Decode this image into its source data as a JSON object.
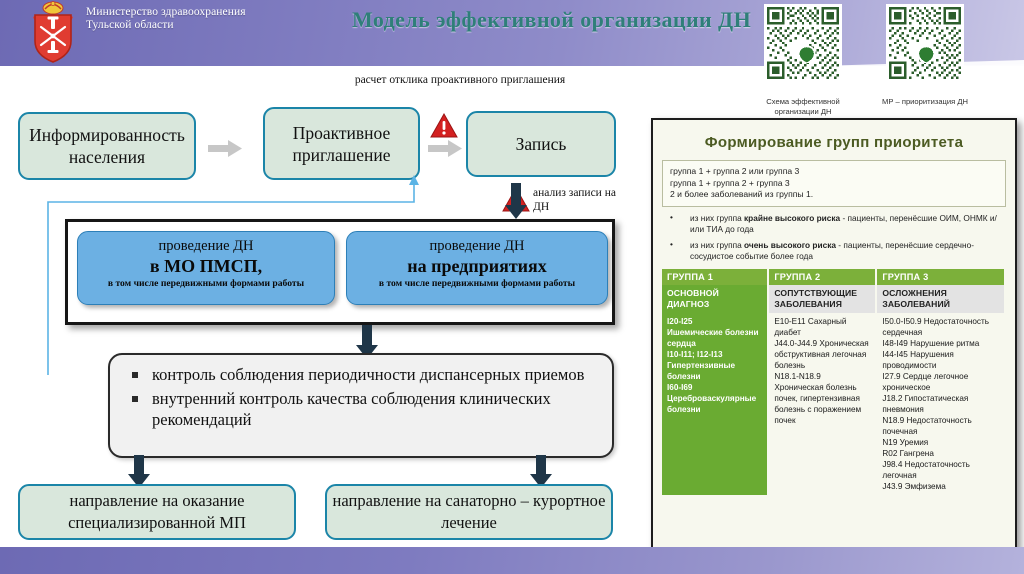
{
  "header": {
    "ministry_line1": "Министерство здравоохранения",
    "ministry_line2": "Тульской области",
    "deck_title": "Модель эффективной организации ДН",
    "emblem_name": "tula-coat-of-arms"
  },
  "qr_codes": [
    {
      "name": "qr-scheme",
      "caption": "Схема эффективной организации ДН"
    },
    {
      "name": "qr-prioritization",
      "caption": "МР – приоритизация ДН"
    }
  ],
  "flow": {
    "informed": "Информированность населения",
    "proactive": "Проактивное приглашение",
    "record": "Запись",
    "label_response": "расчет отклика проактивного приглашения",
    "label_analysis": "анализ записи на ДН",
    "dn_mo": {
      "line1": "проведение ДН",
      "line2": "в МО ПМСП,",
      "line3": "в том числе передвижными формами работы"
    },
    "dn_ent": {
      "line1": "проведение ДН",
      "line2": "на предприятиях",
      "line3": "в том числе передвижными формами работы"
    },
    "controls": [
      "контроль соблюдения периодичности диспансерных приемов",
      "внутренний контроль качества соблюдения клинических рекомендаций"
    ],
    "out_spec": "направление на оказание специализированной МП",
    "out_sanat": "направление на санаторно – курортное лечение"
  },
  "card": {
    "title": "Формирование групп приоритета",
    "combinations": [
      "группа 1 + группа 2 или группа 3",
      "группа 1 + группа 2 + группа 3",
      "2 и более заболеваний из группы 1."
    ],
    "risk_notes": [
      {
        "pre": "из них группа ",
        "bold": "крайне высокого риска",
        "post": " - пациенты, перенёсшие ОИМ, ОНМК и/или ТИА до года"
      },
      {
        "pre": "из них группа ",
        "bold": "очень высокого риска",
        "post": " - пациенты, перенёсшие сердечно-сосудистое событие более года"
      }
    ],
    "table": {
      "headers": [
        "ГРУППА 1",
        "ГРУППА 2",
        "ГРУППА 3"
      ],
      "subheaders": [
        "ОСНОВНОЙ ДИАГНОЗ",
        "СОПУТСТВУЮЩИЕ ЗАБОЛЕВАНИЯ",
        "ОСЛОЖНЕНИЯ ЗАБОЛЕВАНИЙ"
      ],
      "columns": [
        [
          "I20-I25",
          "Ишемические болезни сердца",
          "I10-I11; I12-I13",
          "Гипертензивные болезни",
          "I60-I69",
          "Цереброваскулярные болезни"
        ],
        [
          "E10-E11 Сахарный диабет",
          "J44.0-J44.9 Хроническая обструктивная легочная болезнь",
          "N18.1-N18.9 Хроническая болезнь почек, гипертензивная болезнь с поражением почек"
        ],
        [
          "I50.0-I50.9 Недостаточность сердечная",
          "I48-I49 Нарушение ритма",
          "I44-I45 Нарушения проводимости",
          "I27.9 Сердце легочное хроническое",
          "J18.2 Гипостатическая пневмония",
          "N18.9 Недостаточность почечная",
          "N19 Уремия",
          "R02 Гангрена",
          "J98.4 Недостаточность легочная",
          "J43.9 Эмфизема"
        ]
      ]
    }
  },
  "colors": {
    "header_purple": "#6d6ab4",
    "title_green": "#2f7f79",
    "flow_box_fill": "#d9e7dc",
    "flow_box_border": "#1b85a8",
    "blue_box": "#6cb0e3",
    "table_green": "#7cb03a",
    "warning_red": "#d32020",
    "arrow_dark": "#1f3648",
    "arrow_grey": "#c7c7c7"
  }
}
